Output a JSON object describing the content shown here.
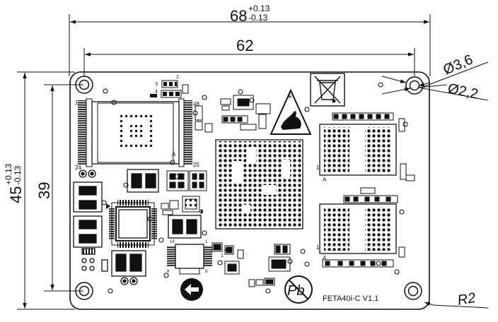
{
  "dimensions": {
    "overall_width": {
      "value": "68",
      "tol_plus": "+0.13",
      "tol_minus": "-0.13"
    },
    "hole_pitch_width": {
      "value": "62"
    },
    "overall_height": {
      "value": "45",
      "tol_plus": "+0.13",
      "tol_minus": "-0.13"
    },
    "hole_pitch_height": {
      "value": "39"
    },
    "hole_outer_diameter": "Ø3,6",
    "hole_inner_diameter": "Ø2,2",
    "corner_radius": "R2"
  },
  "board": {
    "model_label": "FETA40i-C V1.1",
    "pin_markers": {
      "connector_left_top": "1",
      "connector_left_bottom": "24",
      "connector_right_top": "48",
      "connector_right_bottom": "25",
      "connector_a": "A",
      "small_header_3": "3",
      "small_header_4": "4",
      "small_header_1": "1",
      "mem_a1": "A",
      "mem_a1_pin": "1",
      "mem_a2": "A",
      "mem_a2_pin": "1",
      "ic_pin_3": "3",
      "ic_pin_1": "1",
      "chip_pin_16": "16",
      "chip_pin_1": "1",
      "chip_pin_8": "8",
      "chip_pin_9": "9"
    }
  },
  "symbols": {
    "weee_bin": "crossed-bin-icon",
    "esd_warning": "esd-warning-icon",
    "lead_free": "lead-free-icon",
    "direction_arrow": "arrow-left-icon",
    "lead_free_text": "Pb"
  },
  "colors": {
    "ink": "#111111",
    "paper": "#ffffff"
  }
}
